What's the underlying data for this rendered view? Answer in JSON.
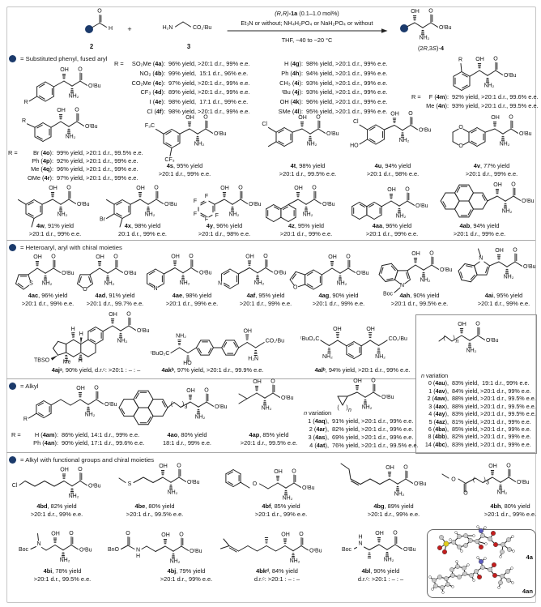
{
  "c": {
    "4s": {
      "code": "4s",
      "l1": ", 95% yield",
      "l2": ">20:1 d.r., 99% e.e.",
      "lab": [
        "OH",
        "NH₂",
        "O",
        "OᵗBu",
        "F₃C",
        "CF₃"
      ]
    },
    "4t": {
      "code": "4t",
      "l1": ", 98% yield",
      "l2": ">20:1 d.r., 99.5% e.e.",
      "lab": [
        "OH",
        "NH₂",
        "O",
        "OᵗBu",
        "Cl"
      ]
    },
    "4u": {
      "code": "4u",
      "l1": ", 94% yield",
      "l2": ">20:1 d.r., 98% e.e.",
      "lab": [
        "OH",
        "NH₂",
        "O",
        "OᵗBu",
        "Cl",
        "HO"
      ]
    },
    "4v": {
      "code": "4v",
      "l1": ", 77% yield",
      "l2": ">20:1 d.r., 99% e.e.",
      "lab": [
        "OH",
        "NH₂",
        "O",
        "OᵗBu",
        "O",
        "O"
      ]
    },
    "4w": {
      "code": "4w",
      "l1": ", 91% yield",
      "l2": ">20:1 d.r., 99% e.e.",
      "lab": [
        "OH",
        "NH₂",
        "O",
        "OᵗBu"
      ]
    },
    "4x": {
      "code": "4x",
      "l1": ", 98% yield",
      "l2": "20:1 d.r., 99% e.e.",
      "lab": [
        "OH",
        "NH₂",
        "O",
        "OᵗBu",
        "Br"
      ]
    },
    "4y": {
      "code": "4y",
      "l1": ", 96% yield",
      "l2": ">20:1 d.r., 98% e.e.",
      "lab": [
        "F",
        "F",
        "F",
        "F",
        "F",
        "OH",
        "NH₂",
        "O",
        "OᵗBu"
      ]
    },
    "4z": {
      "code": "4z",
      "l1": ", 95% yield",
      "l2": ">20:1 d.r., 99% e.e.",
      "lab": [
        "OH",
        "NH₂",
        "O",
        "OᵗBu"
      ]
    },
    "4aa": {
      "code": "4aa",
      "l1": ", 96% yield",
      "l2": ">20:1 d.r., 99% e.e.",
      "lab": [
        "OH",
        "NH₂",
        "O",
        "OᵗBu"
      ]
    },
    "4ab": {
      "code": "4ab",
      "l1": ", 94% yield",
      "l2": ">20:1 d.r., 99% e.e.",
      "lab": [
        "OH",
        "NH₂",
        "O",
        "OᵗBu"
      ]
    },
    "4ac": {
      "code": "4ac",
      "l1": ", 96% yield",
      "l2": ">20:1 d.r., 99% e.e.",
      "lab": [
        "S",
        "OH",
        "NH₂",
        "O",
        "OᵗBu"
      ]
    },
    "4ad": {
      "code": "4ad",
      "l1": ", 91% yield",
      "l2": ">20:1 d.r., 99.7% e.e.",
      "lab": [
        "O",
        "OH",
        "NH₂",
        "O",
        "OᵗBu"
      ]
    },
    "4ae": {
      "code": "4ae",
      "l1": ", 98% yield",
      "l2": ">20:1 d.r., 99% e.e.",
      "lab": [
        "N",
        "OH",
        "NH₂",
        "O",
        "OᵗBu"
      ]
    },
    "4af": {
      "code": "4af",
      "l1": ", 95% yield",
      "l2": ">20:1 d.r., 99% e.e.",
      "lab": [
        "N",
        "OH",
        "NH₂",
        "O",
        "OᵗBu"
      ]
    },
    "4ag": {
      "code": "4ag",
      "l1": ", 90% yield",
      "l2": ">20:1 d.r., 99% e.e.",
      "lab": [
        "OH",
        "NH₂",
        "O",
        "OᵗBu",
        "O"
      ]
    },
    "4ah": {
      "code": "4ah",
      "l1": ", 90% yield",
      "l2": ">20:1 d.r., 99.5% e.e.",
      "lab": [
        "N",
        "OH",
        "NH₂",
        "O",
        "OᵗBu",
        "Boc"
      ]
    },
    "4ai": {
      "code": "4ai",
      "l1": ", 95% yield",
      "l2": ">20:1 d.r., 99% e.e.",
      "lab": [
        "N",
        "OH",
        "NH₂",
        "O",
        "OᵗBu"
      ]
    },
    "4aj": {
      "code": "4ajᵃ",
      "l1": ", 90% yield, d.r.ᶜ: >20:1 : – : –",
      "lab": [
        "TBSO",
        "Me",
        "H",
        "H",
        "H",
        "OH",
        "NH₂",
        "O",
        "OᵗBu"
      ]
    },
    "4ak": {
      "code": "4akᵇ",
      "l1": ", 97% yield, >20:1 d.r., 99.9% e.e.",
      "lab": [
        "OH",
        "H₂N",
        "CO₂ᵗBu",
        "HO",
        "NH₂",
        "ᵗBuO₂C"
      ]
    },
    "4al": {
      "code": "4alᵇ",
      "l1": ", 94% yield, >20:1 d.r., 99% e.e.",
      "lab": [
        "OH",
        "NH₂",
        "CO₂ᵗBu",
        "OH",
        "NH₂",
        "ᵗBuO₂C"
      ]
    },
    "4ao": {
      "code": "4ao",
      "l1": ", 80% yield",
      "l2": "18:1 d.r., 99% e.e.",
      "lab": [
        "(",
        ")",
        "3",
        "OH",
        "NH₂",
        "O",
        "OᵗBu"
      ]
    },
    "4ap": {
      "code": "4ap",
      "l1": ", 85% yield",
      "l2": ">20:1 d.r., 99.5% e.e.",
      "lab": [
        "OH",
        "NH₂",
        "O",
        "OᵗBu"
      ]
    },
    "4bd": {
      "code": "4bd",
      "l1": ", 82% yield",
      "l2": ">20:1 d.r., 99% e.e.",
      "lab": [
        "Cl",
        "OH",
        "NH₂",
        "O",
        "OᵗBu"
      ]
    },
    "4be": {
      "code": "4be",
      "l1": ", 80% yield",
      "l2": ">20:1 d.r., 99.5% e.e.",
      "lab": [
        "S",
        "OH",
        "NH₂",
        "O",
        "OᵗBu"
      ]
    },
    "4bf": {
      "code": "4bf",
      "l1": ", 85% yield",
      "l2": ">20:1 d.r., 99% e.e.",
      "lab": [
        "O",
        "OH",
        "NH₂",
        "O",
        "OᵗBu"
      ]
    },
    "4bg": {
      "code": "4bg",
      "l1": ", 89% yield",
      "l2": ">20:1 d.r., 99% e.e.",
      "lab": [
        "OH",
        "NH₂",
        "O",
        "OᵗBu"
      ]
    },
    "4bh": {
      "code": "4bh",
      "l1": ", 80% yield",
      "l2": ">20:1 d.r., 99% e.e.",
      "lab": [
        "O",
        "O",
        "(",
        ")",
        "3",
        "OH",
        "NH₂",
        "O",
        "OᵗBu"
      ]
    },
    "4bi": {
      "code": "4bi",
      "l1": ", 78% yield",
      "l2": ">20:1 d.r., 99.5% e.e.",
      "lab": [
        "Boc",
        "N",
        "OH",
        "NH₂",
        "O",
        "OᵗBu"
      ]
    },
    "4bj": {
      "code": "4bj",
      "l1": ", 79% yield",
      "l2": ">20:1 d.r., 99% e.e.",
      "lab": [
        "BnO",
        "O",
        "N",
        "H",
        "OH",
        "NH₂",
        "O",
        "OᵗBu"
      ]
    },
    "4bk": {
      "code": "4bkᵈ",
      "l1": ", 84% yield",
      "l2": "d.r.ᶜ: >20:1 : – : –",
      "lab": [
        "OH",
        "NH₂",
        "O",
        "OᵗBu"
      ]
    },
    "4bl": {
      "code": "4bl",
      "l1": ", 90% yield",
      "l2": "d.r.ᶜ: >20:1 : – : –",
      "lab": [
        "Boc",
        "N",
        "H",
        "OH",
        "NH₂",
        "O",
        "OᵗBu"
      ]
    },
    "sch2": {
      "lab": [
        "O",
        "H"
      ]
    },
    "sch3": {
      "lab": [
        "H₂N",
        "CO₂ᵗBu"
      ]
    },
    "sch4": {
      "lab": [
        "OH",
        "NH₂",
        "O",
        "OᵗBu"
      ]
    },
    "s1a": {
      "lab": [
        "OH",
        "NH₂",
        "O",
        "OᵗBu",
        "R"
      ]
    },
    "s1b": {
      "lab": [
        "OH",
        "NH₂",
        "O",
        "OᵗBu",
        "R"
      ]
    },
    "s1c": {
      "lab": [
        "OH",
        "NH₂",
        "O",
        "OᵗBu",
        "R"
      ]
    },
    "nbox": {
      "lab": [
        "(",
        ")",
        "n",
        "OH",
        "NH₂",
        "O",
        "OᵗBu"
      ]
    },
    "cyc": {
      "lab": [
        "(",
        ")",
        "n",
        "OH",
        "NH₂",
        "O",
        "OᵗBu"
      ]
    },
    "4am": {
      "lab": [
        "R",
        "OH",
        "NH₂",
        "O",
        "OᵗBu"
      ]
    }
  },
  "colors": {
    "ball": "#1b3a6b",
    "accent": "#1b3a6b",
    "bond": "#222222",
    "divider": "#a8a8a8",
    "border": "#c6c6c6",
    "box": "#8f8f8f"
  },
  "scheme": {
    "num2": "2",
    "plus": "+",
    "num3": "3",
    "cat_italic": "(R,R)",
    "cat_bold": "-1a",
    "cat_rest": " (0.1–1.0 mol%)",
    "reagents": "Et₃N or without; NH₄H₂PO₄ or NaH₂PO₄ or without",
    "solvent": "THF, −40 to −20 °C",
    "prod_p1": "(2",
    "prod_r": "R",
    "prod_p2": ",3",
    "prod_s": "S",
    "prod_p3": ")-",
    "prod_num": "4"
  },
  "sections": [
    {
      "title": "= Substituted phenyl, fused aryl"
    },
    {
      "title": "= Heteroaryl, aryl with chiral moieties"
    },
    {
      "title": "= Alkyl"
    },
    {
      "title": "= Alkyl with functional groups and chiral moieties"
    }
  ],
  "xray": {
    "label_a": "4a",
    "label_an": "4an"
  },
  "lists": {
    "A": {
      "rows": [
        {
          "pre": "R =",
          "r": "SO₂Me (",
          "code": "4a",
          "after": "):",
          "stats": "96% yield, >20:1 d.r., 99% e.e."
        },
        {
          "pre": "",
          "r": "NO₂ (",
          "code": "4b",
          "after": "):",
          "stats": "99% yield,  15:1 d.r., 96% e.e."
        },
        {
          "pre": "",
          "r": "CO₂Me (",
          "code": "4c",
          "after": "):",
          "stats": "97% yield, >20:1 d.r., 99% e.e."
        },
        {
          "pre": "",
          "r": "CF₃ (",
          "code": "4d",
          "after": "):",
          "stats": "89% yield, >20:1 d.r., 99% e.e."
        },
        {
          "pre": "",
          "r": "I (",
          "code": "4e",
          "after": "):",
          "stats": "98% yield,  17:1 d.r., 99% e.e."
        },
        {
          "pre": "",
          "r": "Cl (",
          "code": "4f",
          "after": "):",
          "stats": "98% yield, >20:1 d.r., 99% e.e."
        }
      ]
    },
    "B": {
      "rows": [
        {
          "pre": "",
          "r": "H (",
          "code": "4g",
          "after": "):",
          "stats": "98% yield, >20:1 d.r., 99% e.e."
        },
        {
          "pre": "",
          "r": "Ph (",
          "code": "4h",
          "after": "):",
          "stats": "94% yield, >20:1 d.r., 99% e.e."
        },
        {
          "pre": "",
          "r": "CH₃ (",
          "code": "4i",
          "after": "):",
          "stats": "93% yield, >20:1 d.r., 99% e.e."
        },
        {
          "pre": "",
          "r": "ᵗBu (",
          "code": "4j",
          "after": "):",
          "stats": "93% yield, >20:1 d.r., 99% e.e."
        },
        {
          "pre": "",
          "r": "OH (",
          "code": "4k",
          "after": "):",
          "stats": "96% yield, >20:1 d.r., 99% e.e."
        },
        {
          "pre": "",
          "r": "SMe (",
          "code": "4l",
          "after": "):",
          "stats": "95% yield, >20:1 d.r., 99% e.e."
        }
      ]
    },
    "C": {
      "rows": [
        {
          "pre": "R =",
          "r": "F (",
          "code": "4m",
          "after": "):",
          "stats": "92% yield, >20:1 d.r., 99.6% e.e."
        },
        {
          "pre": "",
          "r": "Me (",
          "code": "4n",
          "after": "):",
          "stats": "93% yield, >20:1 d.r., 99.5% e.e."
        }
      ]
    },
    "D": {
      "rows": [
        {
          "pre": "R =",
          "r": "Br (",
          "code": "4o",
          "after": "):",
          "stats": "99% yield, >20:1 d.r., 99.5% e.e."
        },
        {
          "pre": "",
          "r": "Ph (",
          "code": "4p",
          "after": "):",
          "stats": "92% yield, >20:1 d.r., 99% e.e."
        },
        {
          "pre": "",
          "r": "Me (",
          "code": "4q",
          "after": "):",
          "stats": "96% yield, >20:1 d.r., 99% e.e."
        },
        {
          "pre": "",
          "r": "OMe (",
          "code": "4r",
          "after": "):",
          "stats": "97% yield, >20:1 d.r., 99% e.e."
        }
      ]
    },
    "AMN": {
      "rows": [
        {
          "pre": "R =",
          "r": "H (",
          "code": "4am",
          "after": "):",
          "stats": "86% yield, 14:1 d.r., 99% e.e."
        },
        {
          "pre": "",
          "r": "Ph (",
          "code": "4an",
          "after": "):",
          "stats": "90% yield, 17:1 d.r., 99.6% e.e."
        }
      ]
    },
    "CYC": {
      "title_i": "n",
      "title_rest": " variation",
      "rows": [
        {
          "pre": "",
          "r": "1 (",
          "code": "4aq",
          "after": "),",
          "stats": "91% yield, >20:1 d.r., 99% e.e."
        },
        {
          "pre": "",
          "r": "2 (",
          "code": "4ar",
          "after": "),",
          "stats": "82% yield, >20:1 d.r., 99% e.e."
        },
        {
          "pre": "",
          "r": "3 (",
          "code": "4as",
          "after": "),",
          "stats": "69% yield, >20:1 d.r., 99% e.e."
        },
        {
          "pre": "",
          "r": "4 (",
          "code": "4at",
          "after": "),",
          "stats": "76% yield, >20:1 d.r., 99.5% e.e."
        }
      ]
    },
    "BOX": {
      "title_i": "n",
      "title_rest": " variation",
      "rows": [
        {
          "pre": "",
          "r": "0 (",
          "code": "4au",
          "after": "),",
          "stats": "83% yield,  19:1 d.r., 99% e.e."
        },
        {
          "pre": "",
          "r": "1 (",
          "code": "4av",
          "after": "),",
          "stats": "84% yield, >20:1 d.r., 99% e.e."
        },
        {
          "pre": "",
          "r": "2 (",
          "code": "4aw",
          "after": "),",
          "stats": "88% yield, >20:1 d.r., 99.5% e.e."
        },
        {
          "pre": "",
          "r": "3 (",
          "code": "4ax",
          "after": "),",
          "stats": "88% yield, >20:1 d.r., 99.5% e.e."
        },
        {
          "pre": "",
          "r": "4 (",
          "code": "4ay",
          "after": "),",
          "stats": "83% yield, >20:1 d.r., 99.5% e.e."
        },
        {
          "pre": "",
          "r": "5 (",
          "code": "4az",
          "after": "),",
          "stats": "81% yield, >20:1 d.r., 99% e.e."
        },
        {
          "pre": "",
          "r": "6 (",
          "code": "4ba",
          "after": "),",
          "stats": "85% yield, >20:1 d.r., 99% e.e."
        },
        {
          "pre": "",
          "r": "8 (",
          "code": "4bb",
          "after": "),",
          "stats": "82% yield, >20:1 d.r., 99% e.e."
        },
        {
          "pre": "",
          "r": "14 (",
          "code": "4bc",
          "after": "),",
          "stats": "83% yield, >20:1 d.r., 99% e.e."
        }
      ]
    }
  }
}
